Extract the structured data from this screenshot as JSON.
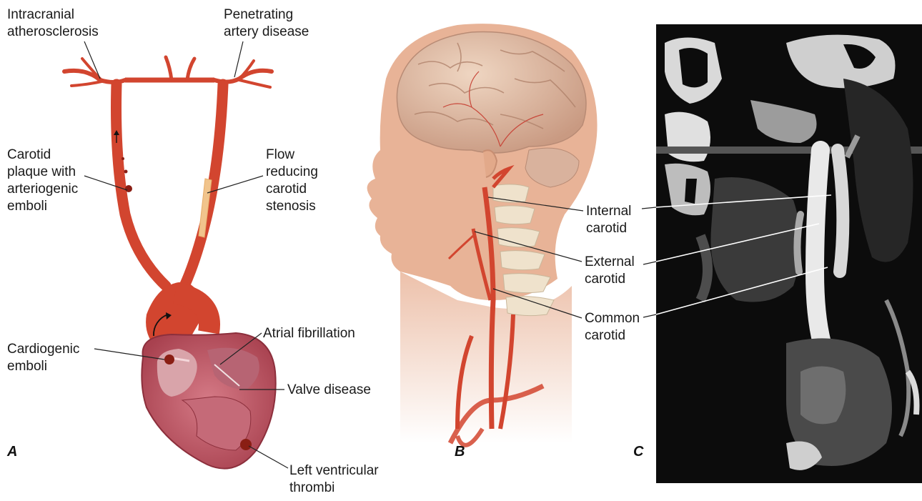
{
  "panels": {
    "a": {
      "letter": "A",
      "labels": {
        "intracranial_1": "Intracranial",
        "intracranial_2": "atherosclerosis",
        "penetrating_1": "Penetrating",
        "penetrating_2": "artery disease",
        "carotid_plaque_1": "Carotid",
        "carotid_plaque_2": "plaque with",
        "carotid_plaque_3": "arteriogenic",
        "carotid_plaque_4": "emboli",
        "flow_1": "Flow",
        "flow_2": "reducing",
        "flow_3": "carotid",
        "flow_4": "stenosis",
        "cardiogenic_1": "Cardiogenic",
        "cardiogenic_2": "emboli",
        "atrial": "Atrial fibrillation",
        "valve": "Valve disease",
        "lv_1": "Left ventricular",
        "lv_2": "thrombi"
      }
    },
    "b": {
      "letter": "B",
      "labels": {
        "internal_1": "Internal",
        "internal_2": "carotid",
        "external_1": "External",
        "external_2": "carotid",
        "common_1": "Common",
        "common_2": "carotid"
      }
    },
    "c": {
      "letter": "C"
    }
  },
  "colors": {
    "artery": "#d2452f",
    "artery_dark": "#a8281c",
    "plaque": "#f1c48c",
    "skin": "#e9b79a",
    "brain": "#e6c3aa",
    "heart": "#c9596a",
    "ct_bg": "#0c0c0c"
  }
}
